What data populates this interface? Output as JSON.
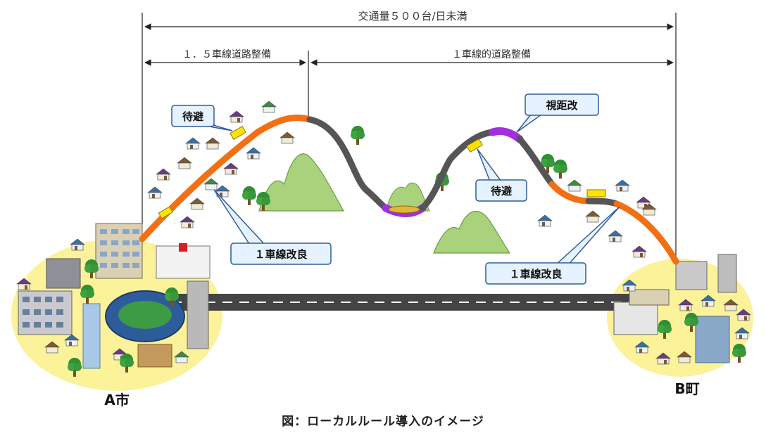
{
  "dimensions": {
    "overall": "交通量５００台/日未満",
    "left_section": "１．５車線道路整備",
    "right_section": "１車線的道路整備"
  },
  "callouts": {
    "turnout_left": "待避",
    "sight_distance": "視距改",
    "turnout_right": "待避",
    "single_lane_left": "１車線改良",
    "single_lane_right": "１車線改良"
  },
  "places": {
    "city_a": "A市",
    "town_b": "B町"
  },
  "caption": "図：ローカルルール導入のイメージ",
  "colors": {
    "improved_road": "#f36f13",
    "existing_road": "#555555",
    "sight_section": "#a12ee0",
    "turnout": "#ffe200",
    "town_area": "#fbf29a",
    "callout_fill": "#e5f2ff",
    "callout_border": "#2f5c9c"
  }
}
